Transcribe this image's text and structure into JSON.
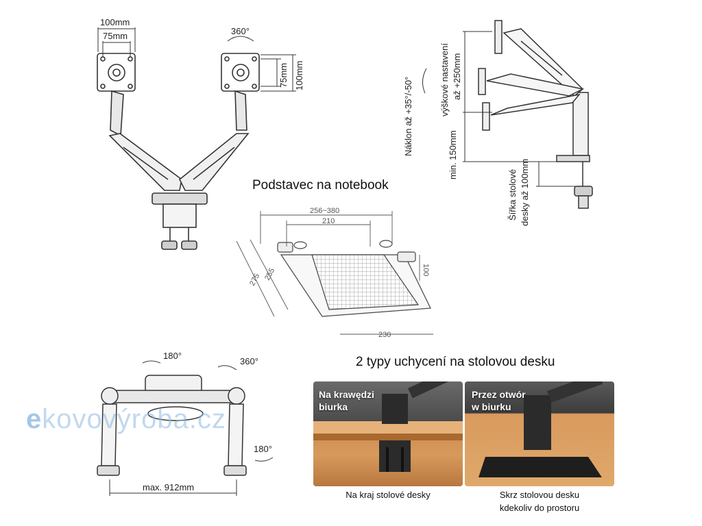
{
  "front_view": {
    "dim_100": "100mm",
    "dim_75": "75mm",
    "rotation": "360°",
    "dim_75_v": "75mm",
    "dim_100_v": "100mm"
  },
  "side_view": {
    "tilt": "Náklon až +35°/-50°",
    "height_adjust_1": "výškové nastavení",
    "height_adjust_2": "až +250mm",
    "min_height": "min. 150mm",
    "desk_width_1": "Šířka stolové",
    "desk_width_2": "desky až 100mm"
  },
  "laptop_tray": {
    "title": "Podstavec na notebook",
    "dim_256_380": "256~380",
    "dim_210": "210",
    "dim_100": "100",
    "dim_275": "275",
    "dim_255": "255",
    "dim_230": "230"
  },
  "top_view": {
    "rot_180_top": "180°",
    "rot_360": "360°",
    "rot_180_side": "180°",
    "max_width": "max. 912mm"
  },
  "watermark": {
    "e": "e",
    "rest": "kovovýroba.cz"
  },
  "mounting": {
    "title": "2 typy uchycení na stolovou desku",
    "photo_left_tag": "Na krawędzi\nbiurka",
    "photo_right_tag": "Przez otwór\nw biurku",
    "caption_left": "Na kraj stolové desky",
    "caption_right_1": "Skrz stolovou desku",
    "caption_right_2": "kdekoliv do prostoru"
  },
  "colors": {
    "wood": "#c98a4e",
    "metal_dark": "#2b2b2b",
    "watermark_blue": "#5a9bd6"
  }
}
